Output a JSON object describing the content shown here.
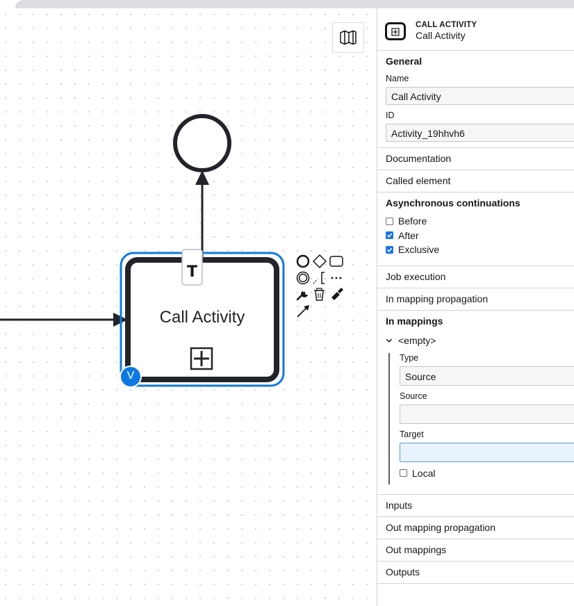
{
  "canvas": {
    "task_label": "Call Activity",
    "text_annotation_marker": "T",
    "validation_badge": "V",
    "minimap_icon": "map-icon",
    "context_pad_icons": [
      "start-event-icon",
      "gateway-icon",
      "task-icon",
      "intermediate-event-icon",
      "text-annotation-icon",
      "more-icon",
      "wrench-icon",
      "trash-icon",
      "color-brush-icon",
      "connect-arrow-icon"
    ],
    "colors": {
      "selection": "#0d79e0",
      "stroke": "#22242a"
    }
  },
  "panel": {
    "header": {
      "icon": "call-activity-icon",
      "type_label": "CALL ACTIVITY",
      "name": "Call Activity"
    },
    "general": {
      "title": "General",
      "name_label": "Name",
      "name_value": "Call Activity",
      "id_label": "ID",
      "id_value": "Activity_19hhvh6"
    },
    "documentation": "Documentation",
    "called_element": "Called element",
    "async": {
      "title": "Asynchronous continuations",
      "before": "Before",
      "before_checked": false,
      "after": "After",
      "after_checked": true,
      "exclusive": "Exclusive",
      "exclusive_checked": true
    },
    "job_execution": "Job execution",
    "in_mapping_propagation": "In mapping propagation",
    "in_mappings": {
      "title": "In mappings",
      "item_label": "<empty>",
      "type_label": "Type",
      "type_value": "Source",
      "source_label": "Source",
      "source_value": "",
      "target_label": "Target",
      "target_value": "",
      "local_label": "Local",
      "local_checked": false
    },
    "inputs": "Inputs",
    "out_mapping_propagation": "Out mapping propagation",
    "out_mappings": "Out mappings",
    "outputs": "Outputs"
  }
}
